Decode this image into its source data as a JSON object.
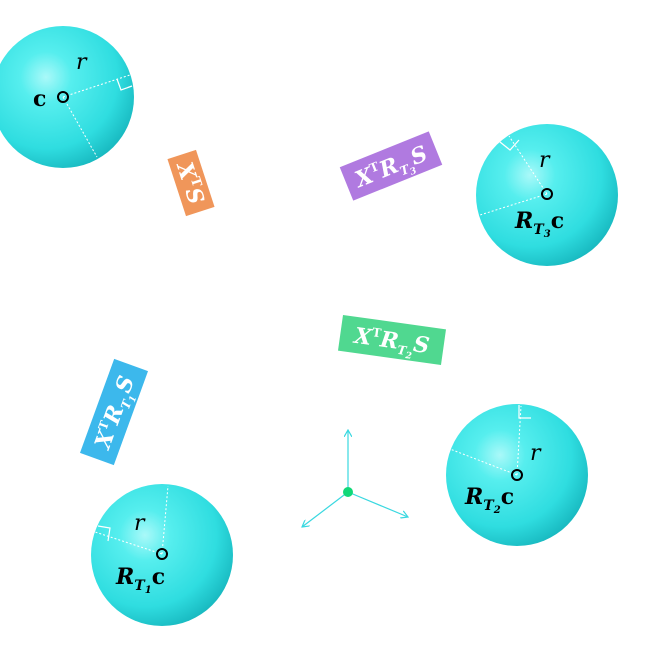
{
  "colors": {
    "sphere": "#39e6e6",
    "sphere_dark": "#16b8bf",
    "label_orange": "#f0965a",
    "label_purple": "#b07ae0",
    "label_green": "#50d890",
    "label_blue": "#3cb8ec",
    "axes": "#39d8e0",
    "origin": "#10d878"
  },
  "spheres": {
    "s0": {
      "radius_label": "r",
      "center_label": "c"
    },
    "s1": {
      "radius_label": "r",
      "center_main": "R",
      "center_sub": "T",
      "center_sub_index": "1",
      "center_tail": "c"
    },
    "s2": {
      "radius_label": "r",
      "center_main": "R",
      "center_sub": "T",
      "center_sub_index": "2",
      "center_tail": "c"
    },
    "s3": {
      "radius_label": "r",
      "center_main": "R",
      "center_sub": "T",
      "center_sub_index": "3",
      "center_tail": "c"
    }
  },
  "transforms": {
    "orange": {
      "x": "X",
      "sup": "T",
      "tail": "S"
    },
    "purple": {
      "x": "X",
      "sup": "T",
      "r": "R",
      "sub": "T",
      "sub_index": "3",
      "tail": "S"
    },
    "green": {
      "x": "X",
      "sup": "T",
      "r": "R",
      "sub": "T",
      "sub_index": "2",
      "tail": "S"
    },
    "blue": {
      "x": "X",
      "sup": "T",
      "r": "R",
      "sub": "T",
      "sub_index": "1",
      "tail": "S"
    }
  }
}
